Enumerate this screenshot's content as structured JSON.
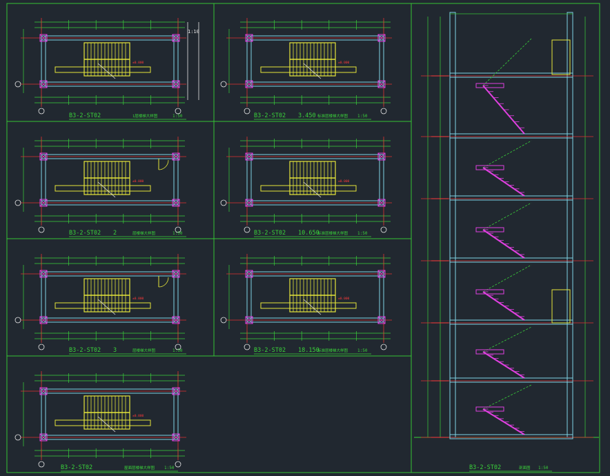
{
  "colors": {
    "background": "#212830",
    "frame": "#35c435",
    "wall": "#7fd3e6",
    "hatch": "#e040e0",
    "stair": "#e6e63a",
    "axis": "#e23030",
    "dim": "#3ad23a",
    "text_red": "#ff3a3a",
    "text_cyan": "#55d6ff",
    "text_white": "#e8e8e8"
  },
  "sheets": [
    {
      "code": "B3-2-ST02",
      "level": "",
      "name": "1层楼梯大样图",
      "scale": "1:50"
    },
    {
      "code": "B3-2-ST02",
      "level": "3.450",
      "name": "标准层楼梯大样图",
      "scale": "1:50"
    },
    {
      "code": "B3-2-ST02",
      "level": "2",
      "name": "层楼梯大样图",
      "scale": "1:50"
    },
    {
      "code": "B3-2-ST02",
      "level": "10.650",
      "name": "标准层楼梯大样图",
      "scale": "1:50"
    },
    {
      "code": "B3-2-ST02",
      "level": "3",
      "name": "层楼梯大样图",
      "scale": "1:50"
    },
    {
      "code": "B3-2-ST02",
      "level": "18.150",
      "name": "标准层楼梯大样图",
      "scale": "1:50"
    },
    {
      "code": "B3-2-ST02",
      "level": "",
      "name": "屋面层楼梯大样图",
      "scale": "1:50"
    }
  ],
  "section": {
    "code": "B3-2-ST02",
    "name": "剖面图",
    "scale": "1:50"
  },
  "slope_note": "1:10",
  "icons": {
    "axis_bubble": "axis-bubble-icon",
    "door_swing": "door-swing-icon"
  }
}
